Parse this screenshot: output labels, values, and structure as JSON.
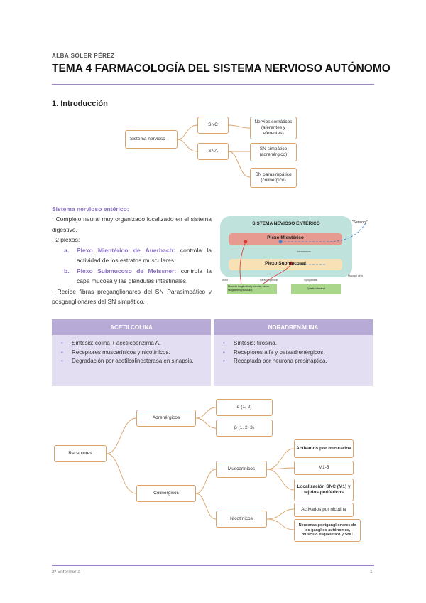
{
  "header": {
    "author": "ALBA SOLER PÉREZ",
    "title": "TEMA 4 FARMACOLOGÍA DEL SISTEMA NERVIOSO AUTÓNOMO"
  },
  "section1": {
    "heading": "1. Introducción"
  },
  "tree1": {
    "root": "Sistema nervioso",
    "snc": "SNC",
    "sna": "SNA",
    "somaticos": "Nervios somáticos (aferentes y eferentes)",
    "simpatico": "SN simpático (adrenérgico)",
    "parasimpatico": "SN parasimpático (colinérgico)"
  },
  "enteric": {
    "heading": "Sistema nervioso entérico:",
    "p1": "· Complejo neural muy organizado localizado en el sistema digestivo.",
    "p2": "· 2 plexos:",
    "a_letter": "a.",
    "a_name": "Plexo Mientérico de Auerbach:",
    "a_rest": " controla la actividad de los estratos musculares.",
    "b_letter": "b.",
    "b_name": "Plexo Submucoso de Meissner:",
    "b_rest": " controla la capa mucosa y las glándulas intestinales.",
    "p3": "· Recibe fibras preganglionares del SN Parasimpático y posganglionares del SN simpático."
  },
  "enteric_diagram": {
    "title": "SISTEMA NEVIOSO ENTÉRICO",
    "plexo_mienterico": "Plexo Mientérico",
    "plexo_submucoso": "Plexo Submucosal",
    "label_sensory": "\"Sensory\"",
    "label_motor": "Motor",
    "label_parasympathetic": "Parasympathetic",
    "label_sympathetic": "Sympathetic",
    "label_mid": "Interneurons",
    "label_right": "Mucosal cells",
    "box_left": "Músculo longitudinal y circular; vasos sanguíneos (músculo)",
    "box_right": "Epitelio intestinal"
  },
  "table": {
    "col1_header": "ACETILCOLINA",
    "col2_header": "NORADRENALINA",
    "col1_items": [
      "Síntesis: colina + acetilcoenzima A.",
      "Receptores muscarínicos y nicotínicos.",
      "Degradación por acetilcolinesterasa en sinapsis."
    ],
    "col2_items": [
      "Síntesis: tirosina.",
      "Receptores alfa y betaadrenérgicos.",
      "Recaptada por neurona presináptica."
    ]
  },
  "tree2": {
    "root": "Receptores",
    "adrenergicos": "Adrenérgicos",
    "colinergicos": "Colinérgicos",
    "alpha": "α (1, 2)",
    "beta": "β (1, 2, 3)",
    "muscarinicos": "Muscarínicos",
    "nicotinicos": "Nicotínicos",
    "m_activados": "Activados por muscarina",
    "m_mayo": "M1-5",
    "m_localizacion": "Localización SNC (M1) y tejidos periféricos",
    "n_activados": "Activados por nicotina",
    "n_neuronas": "Neuronas postganglionares de los ganglios autónomos, músculo esquelético y SNC"
  },
  "footer": {
    "left": "2º Enfermería",
    "page": "1"
  },
  "colors": {
    "accent": "#9b86c9",
    "tree_border": "#d9a36a",
    "table_header": "#b8aad6",
    "table_body": "#e4def2"
  }
}
